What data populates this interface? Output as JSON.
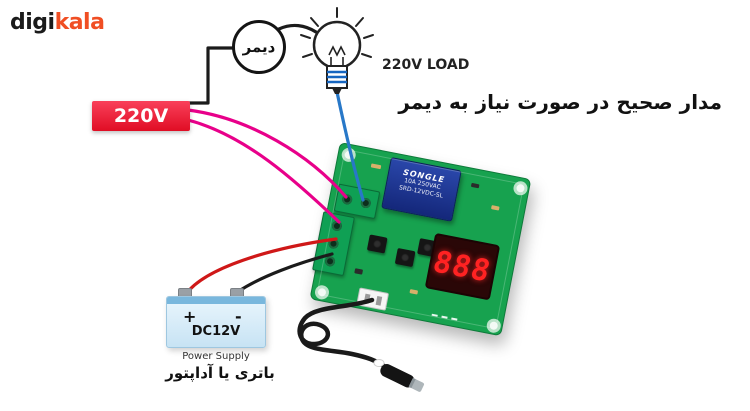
{
  "logo": {
    "digi": "digi",
    "kala": "kala"
  },
  "heading": {
    "title": "مدار صحیح در صورت نیاز به دیمر"
  },
  "dimmer": {
    "label": "دیمر"
  },
  "load": {
    "label": "220V LOAD"
  },
  "mains": {
    "label": "220V"
  },
  "battery": {
    "plus": "+",
    "minus": "-",
    "voltage": "DC12V",
    "caption_en": "Power Supply",
    "caption_fa": "باتری یا آداپتور"
  },
  "board": {
    "relay": {
      "brand": "SONGLE",
      "line1": "10A 250VAC",
      "line2": "SRD-12VDC-SL"
    },
    "display_value": "888"
  },
  "colors": {
    "logo_accent": "#f04e23",
    "mains_red": "#e00d24",
    "wire_black": "#1b1b1b",
    "wire_magenta": "#e8008a",
    "wire_blue": "#2878c8",
    "wire_red": "#cf1818",
    "cable_black": "#1a1a1a",
    "pcb_green": "#17a24f",
    "relay_blue": "#1a2f8f",
    "display_digits": "#ff2222",
    "battery_blue": "#cfe9f8"
  }
}
